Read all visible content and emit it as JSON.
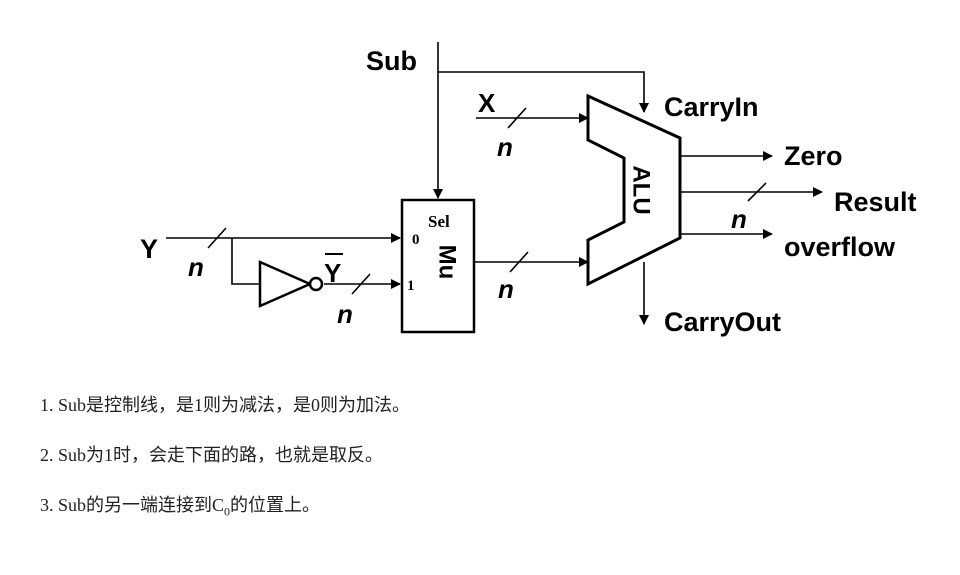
{
  "diagram": {
    "sub": "Sub",
    "x": "X",
    "y": "Y",
    "y_bar": "Y",
    "n": "n",
    "carry_in": "CarryIn",
    "carry_out": "CarryOut",
    "zero": "Zero",
    "result": "Result",
    "overflow": "overflow",
    "alu": "ALU",
    "mux_sel": "Sel",
    "mux_label": "Mu",
    "mux_in0": "0",
    "mux_in1": "1"
  },
  "notes": [
    {
      "num": "1.",
      "text": "Sub是控制线，是1则为减法，是0则为加法。"
    },
    {
      "num": "2.",
      "text": "Sub为1时，会走下面的路，也就是取反。"
    },
    {
      "num": "3.",
      "pre": "Sub的另一端连接到C",
      "sub": "0",
      "post": "的位置上。"
    }
  ]
}
